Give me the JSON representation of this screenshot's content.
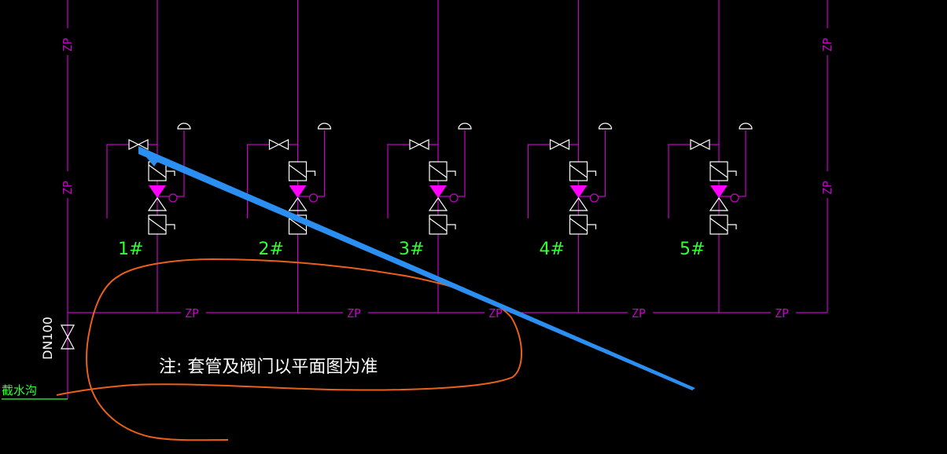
{
  "drawing": {
    "pipe_label": "ZP",
    "pipe_size": "DN100",
    "note": "注: 套管及阀门以平面图为准",
    "drain_label": "截水沟",
    "pumps": [
      {
        "label": "1#"
      },
      {
        "label": "2#"
      },
      {
        "label": "3#"
      },
      {
        "label": "4#"
      },
      {
        "label": "5#"
      }
    ]
  },
  "annotations": {
    "arrow_color": "#2a8ff0",
    "circle_color": "#e8601a"
  },
  "colors": {
    "pipe": "#c800c8",
    "symbol": "#ffffff",
    "label": "#33ff33",
    "valve_fill": "#ff00ff"
  }
}
